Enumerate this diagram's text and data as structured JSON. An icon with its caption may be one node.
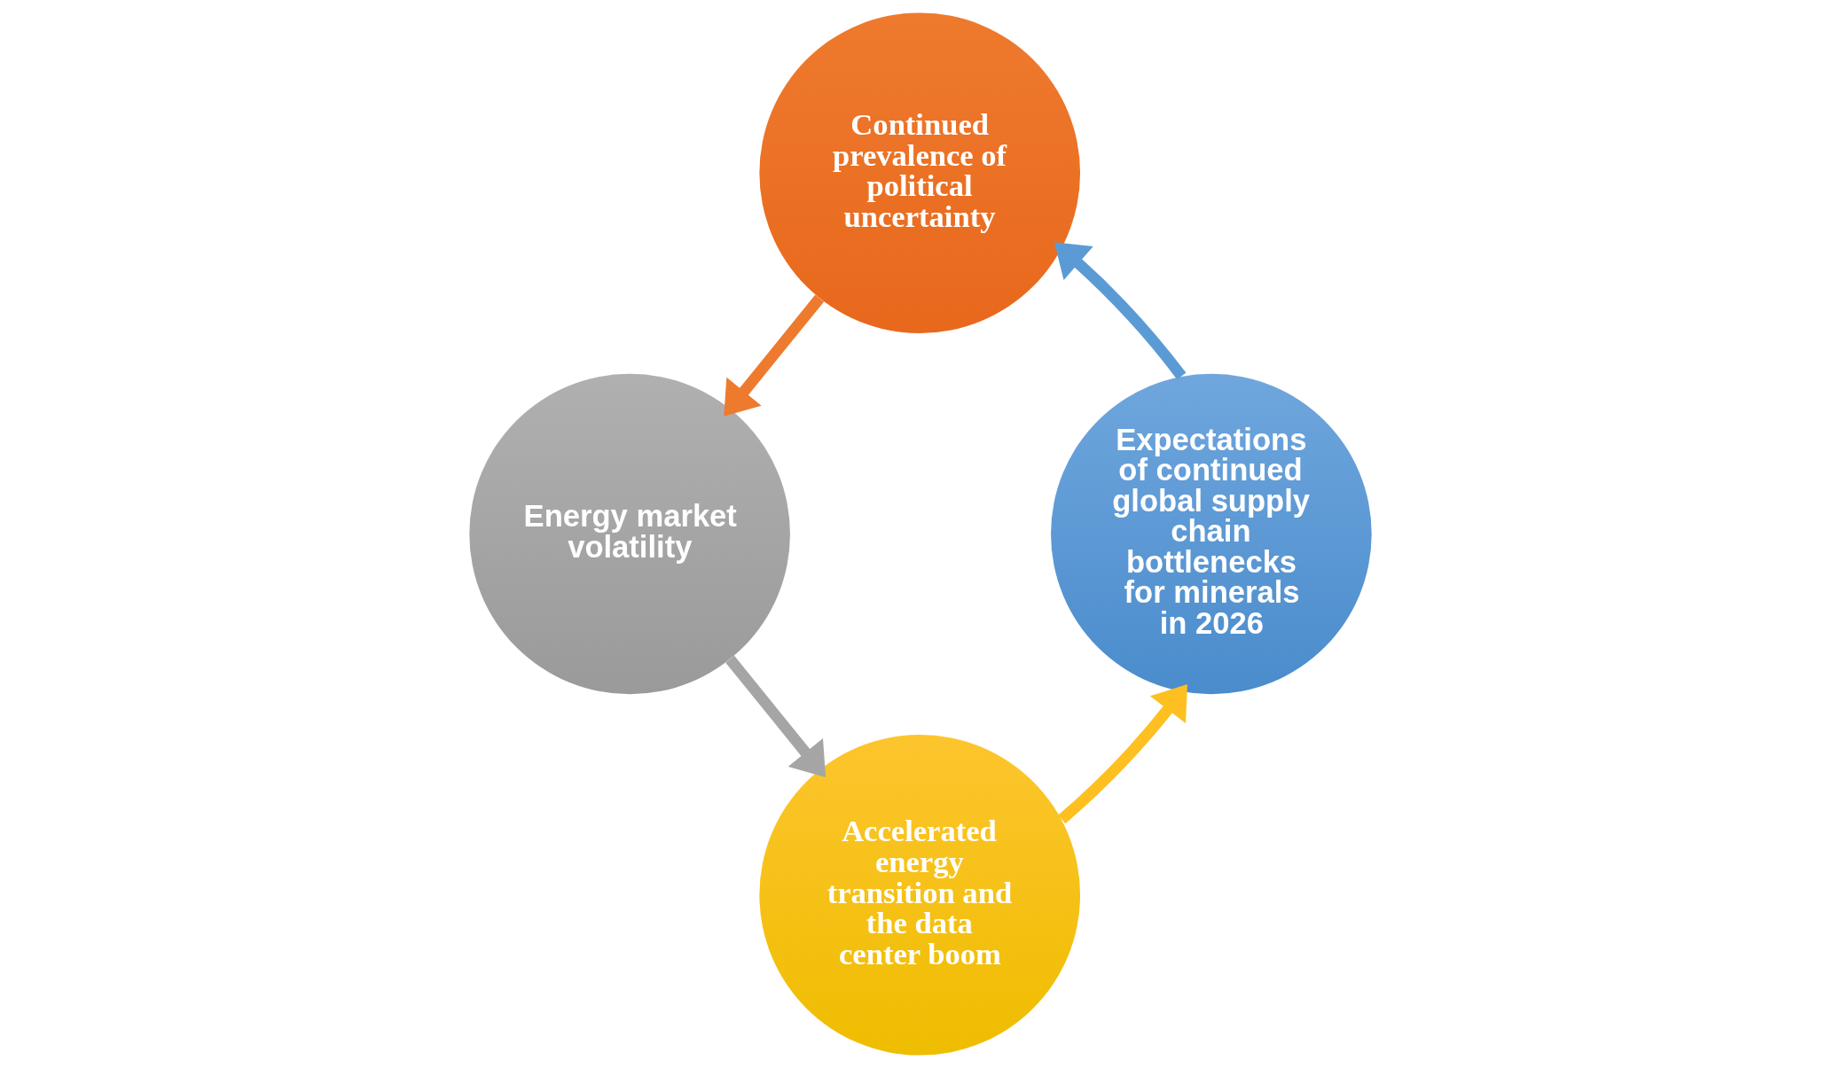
{
  "diagram": {
    "nodes": [
      {
        "text": [
          "Continued prevalence of political uncertainty"
        ]
      },
      {
        "text": [
          "Energy market volatility"
        ]
      },
      {
        "text": [
          "Accelerated energy transition and the data center boom"
        ]
      },
      {
        "text": [
          "Expectations of continued global supply chain bottlenecks for minerals in 2026"
        ]
      }
    ],
    "edges": [
      {
        "from": 0,
        "to": 1,
        "arrow": "to",
        "color": "#ee7a2e"
      },
      {
        "from": 1,
        "to": 2,
        "arrow": "to",
        "color": "#a5a5a5"
      },
      {
        "from": 2,
        "to": 3,
        "arrow": "to",
        "color": "#fdc020"
      },
      {
        "from": 3,
        "to": 0,
        "arrow": "to",
        "color": "#5b9bd5"
      }
    ]
  }
}
